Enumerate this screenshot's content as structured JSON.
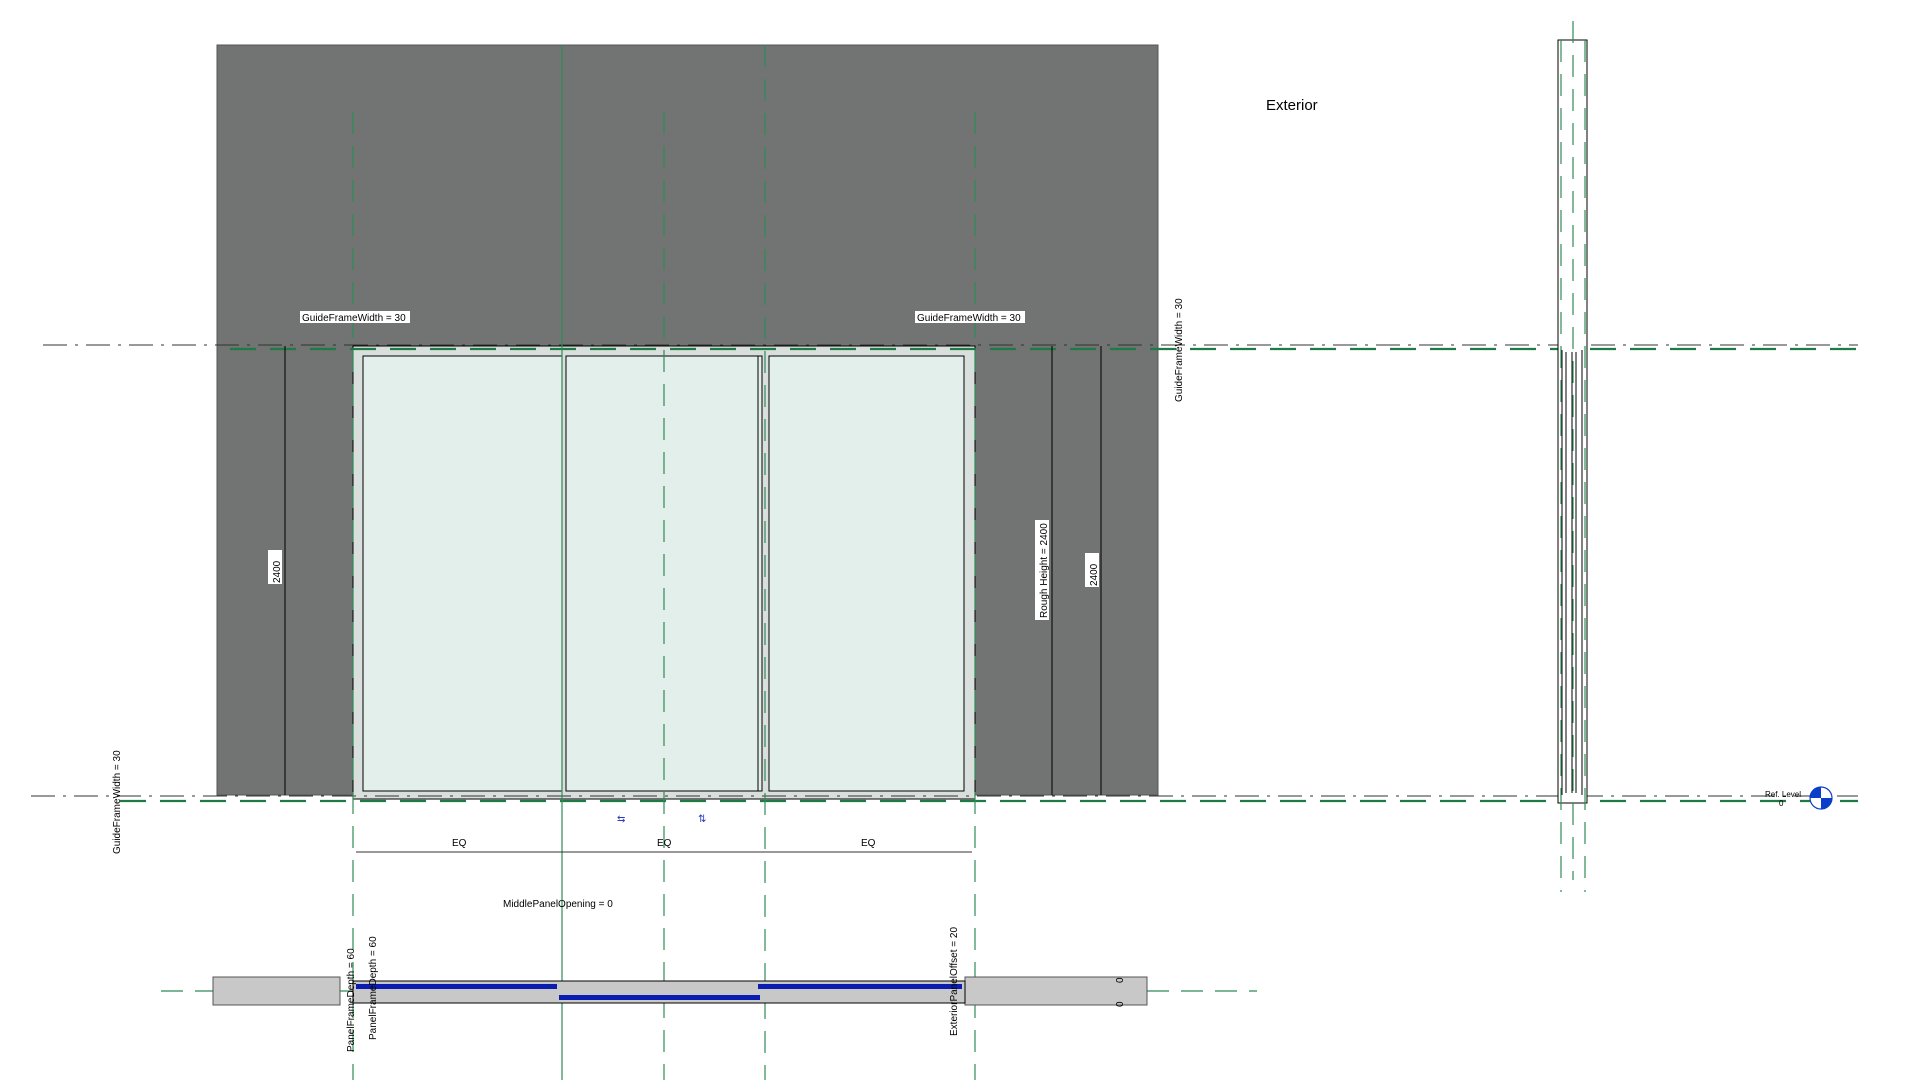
{
  "view": {
    "exterior_label": "Exterior",
    "colors": {
      "wall": "#717472",
      "glass": "#e3efea",
      "ref_plane": "#2e8b57",
      "panel_plan": "#0a1db0",
      "plan_wall": "#c8c8c8",
      "level_marker": "#0b3fc9"
    }
  },
  "elevation": {
    "guide_frame_width_left": "GuideFrameWidth = 30",
    "guide_frame_width_right": "GuideFrameWidth = 30",
    "guide_frame_width_vertical_right": "GuideFrameWidth = 30",
    "guide_frame_width_vertical_left": "GuideFrameWidth = 30",
    "dim_left": "2400",
    "rough_height": "Rough Height = 2400",
    "dim_right": "2400",
    "eq_labels": [
      "EQ",
      "EQ",
      "EQ"
    ],
    "flip_horizontal_icon": "⇆",
    "flip_vertical_icon": "⇅",
    "middle_panel_opening": "MiddlePanelOpening = 0"
  },
  "plan": {
    "panel_frame_depth_1": "PanelFrameDepth = 60",
    "panel_frame_depth_2": "PanelFrameDepth = 60",
    "exterior_panel_offset": "ExteriorPanelOffset = 20",
    "zero_top": "0",
    "zero_bottom": "0"
  },
  "section": {
    "ref_level_label": "Ref. Level",
    "ref_level_value": "0"
  }
}
